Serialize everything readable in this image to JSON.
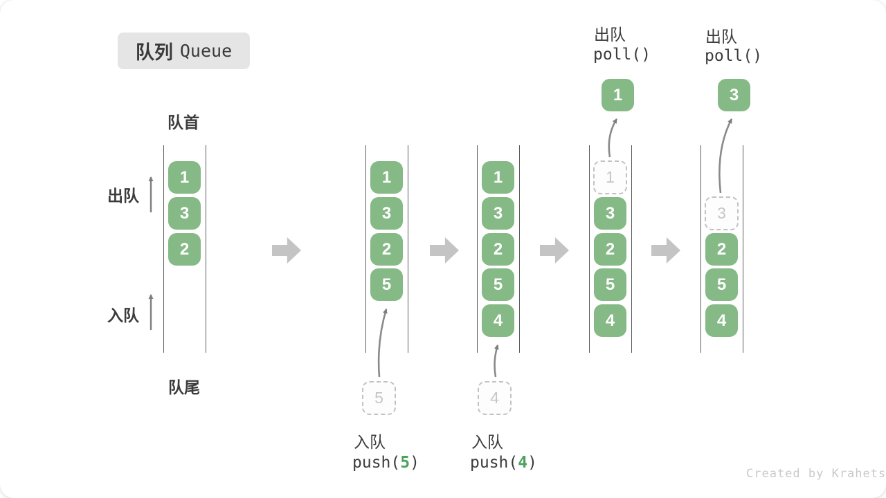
{
  "title": {
    "zh": "队列",
    "en": "Queue"
  },
  "labels": {
    "front": "队首",
    "rear": "队尾",
    "dequeue": "出队",
    "enqueue": "入队"
  },
  "columns": [
    {
      "cells": [
        "1",
        "3",
        "2"
      ]
    },
    {
      "cells": [
        "1",
        "3",
        "2",
        "5"
      ],
      "incoming": "5"
    },
    {
      "cells": [
        "1",
        "3",
        "2",
        "5",
        "4"
      ],
      "incoming": "4"
    },
    {
      "cells": [
        "3",
        "2",
        "5",
        "4"
      ],
      "removed": "1"
    },
    {
      "cells": [
        "2",
        "5",
        "4"
      ],
      "removed": "3"
    }
  ],
  "operations": {
    "push5": {
      "label": "入队",
      "fn": "push(",
      "arg": "5",
      "close": ")"
    },
    "push4": {
      "label": "入队",
      "fn": "push(",
      "arg": "4",
      "close": ")"
    },
    "poll1": {
      "label": "出队",
      "code": "poll()",
      "out_value": "1"
    },
    "poll2": {
      "label": "出队",
      "code": "poll()",
      "out_value": "3"
    }
  },
  "watermark": "Created by Krahets",
  "colors": {
    "box_green": "#85b985",
    "code_green": "#4ea15e",
    "block_arrow_gray": "#c4c4c4",
    "text_dark": "#3c3c3c",
    "badge_gray": "#e5e5e5",
    "ghost_gray": "#c2c2c2"
  }
}
